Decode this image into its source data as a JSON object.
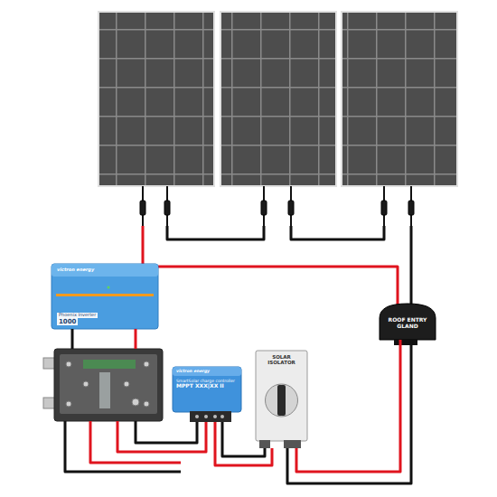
{
  "diagram": {
    "nodes": [
      {
        "text": [
          "victron energy",
          "Phoenix Inverter",
          "1000"
        ]
      },
      {
        "text": [
          "ROOF ENTRY GLAND"
        ]
      },
      {
        "text": [
          "victron energy",
          "SmartSolar charge controller",
          "MPPT XXX|XX II"
        ]
      },
      {
        "text": [
          "SOLAR ISOLATOR"
        ]
      }
    ],
    "edges": [
      {
        "from": 1,
        "to": 3,
        "arrow": "none"
      },
      {
        "from": 1,
        "to": 3,
        "arrow": "none"
      },
      {
        "from": 3,
        "to": 2,
        "arrow": "none"
      },
      {
        "from": 3,
        "to": 2,
        "arrow": "none"
      }
    ]
  }
}
